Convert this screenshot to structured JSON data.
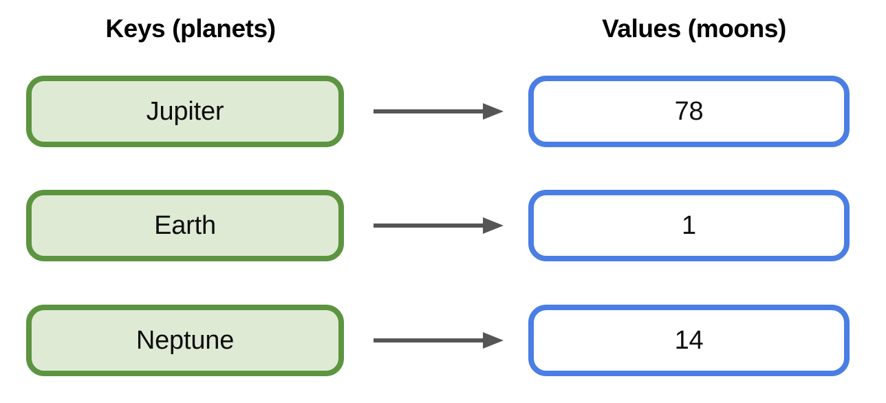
{
  "diagram": {
    "title": "Dictionary key-value mapping: planets to moon counts",
    "type": "key-value-mapping",
    "background_color": "#FFFFFF",
    "columns": {
      "keys_header": "Keys (planets)",
      "values_header": "Values (moons)"
    },
    "styles": {
      "key_border_color": "#5C9440",
      "key_fill_color": "#DFEAD5",
      "value_border_color": "#4A7EE4",
      "value_fill_color": "#FFFFFF",
      "arrow_color": "#555555",
      "text_color": "#0D0D0D"
    },
    "rows": [
      {
        "key": "Jupiter",
        "value": "78",
        "arrow": "right-arrow-icon"
      },
      {
        "key": "Earth",
        "value": "1",
        "arrow": "right-arrow-icon"
      },
      {
        "key": "Neptune",
        "value": "14",
        "arrow": "right-arrow-icon"
      }
    ]
  }
}
